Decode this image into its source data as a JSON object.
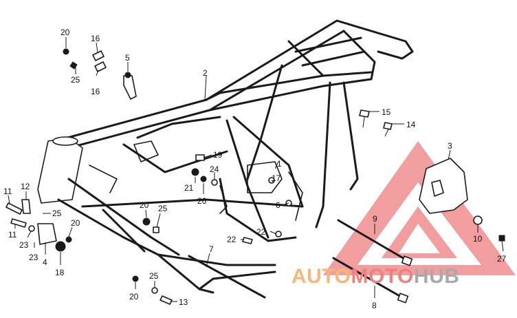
{
  "callouts": [
    {
      "id": "c20a",
      "text": "20"
    },
    {
      "id": "c25a",
      "text": "25"
    },
    {
      "id": "c16a",
      "text": "16"
    },
    {
      "id": "c16b",
      "text": "16"
    },
    {
      "id": "c5",
      "text": "5"
    },
    {
      "id": "c2",
      "text": "2"
    },
    {
      "id": "c15",
      "text": "15"
    },
    {
      "id": "c14",
      "text": "14"
    },
    {
      "id": "c3",
      "text": "3"
    },
    {
      "id": "c19",
      "text": "19"
    },
    {
      "id": "c24",
      "text": "24"
    },
    {
      "id": "c21",
      "text": "21"
    },
    {
      "id": "c26",
      "text": "26"
    },
    {
      "id": "c1",
      "text": "1"
    },
    {
      "id": "c17",
      "text": "17"
    },
    {
      "id": "c6",
      "text": "6"
    },
    {
      "id": "c11a",
      "text": "11"
    },
    {
      "id": "c12",
      "text": "12"
    },
    {
      "id": "c25b",
      "text": "25"
    },
    {
      "id": "c11b",
      "text": "11"
    },
    {
      "id": "c23a",
      "text": "23"
    },
    {
      "id": "c23b",
      "text": "23"
    },
    {
      "id": "c4",
      "text": "4"
    },
    {
      "id": "c20b",
      "text": "20"
    },
    {
      "id": "c18",
      "text": "18"
    },
    {
      "id": "c20c",
      "text": "20"
    },
    {
      "id": "c25c",
      "text": "25"
    },
    {
      "id": "c22a",
      "text": "22"
    },
    {
      "id": "c22b",
      "text": "22"
    },
    {
      "id": "c7",
      "text": "7"
    },
    {
      "id": "c9",
      "text": "9"
    },
    {
      "id": "c10",
      "text": "10"
    },
    {
      "id": "c27",
      "text": "27"
    },
    {
      "id": "c8",
      "text": "8"
    },
    {
      "id": "c20d",
      "text": "20"
    },
    {
      "id": "c25d",
      "text": "25"
    },
    {
      "id": "c13",
      "text": "13"
    }
  ],
  "watermark": {
    "part1": "AUTO",
    "part2": "MOTO",
    "part3": "HUB",
    "color_part1": "#f5b87a",
    "color_part2": "#f08080",
    "color_part3": "#a9a9a9",
    "logo_color": "#e85050"
  }
}
